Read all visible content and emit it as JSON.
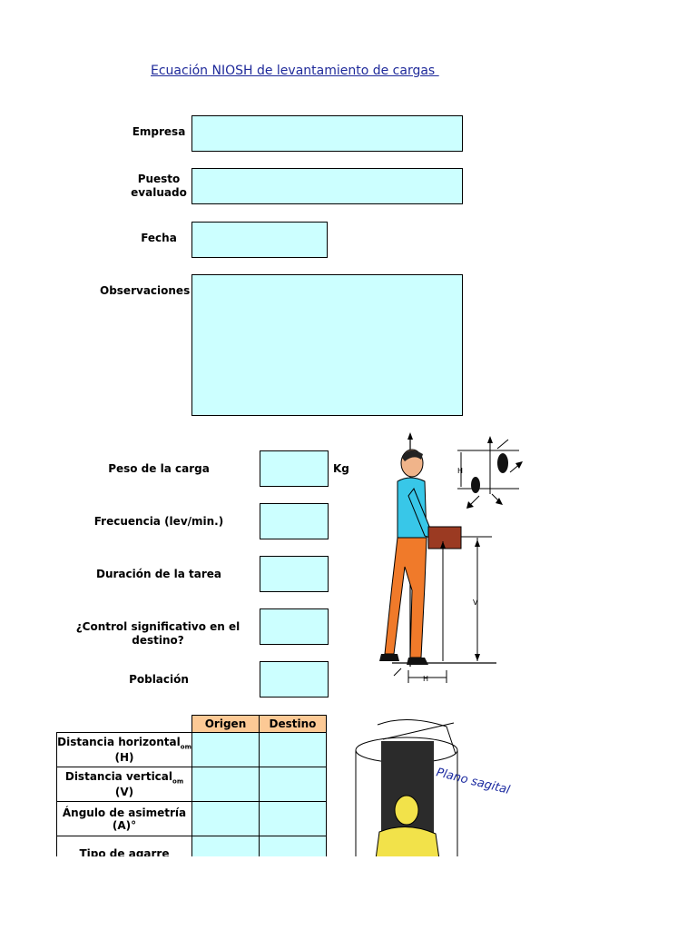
{
  "title": "Ecuación NIOSH de levantamiento de cargas ",
  "form": {
    "empresa": "Empresa",
    "puesto_line1": "Puesto",
    "puesto_line2": "evaluado",
    "fecha": "Fecha",
    "observaciones": "Observaciones"
  },
  "task": {
    "peso": "Peso de la carga",
    "peso_unit": "Kg",
    "frecuencia": "Frecuencia (lev/min.)",
    "duracion": "Duración de la tarea",
    "control": "¿Control significativo en el destino?",
    "poblacion": "Población"
  },
  "table": {
    "headers": [
      "Origen",
      "Destino"
    ],
    "rows": [
      {
        "label": "Distancia horizontal",
        "sub": "om",
        "suffix": " (H)"
      },
      {
        "label": "Distancia vertical",
        "sub": "om",
        "suffix": " (V)"
      },
      {
        "label": "Ángulo de asimetría (A)°",
        "sub": "",
        "suffix": ""
      },
      {
        "label": "Tipo de agarre",
        "sub": "",
        "suffix": ""
      }
    ]
  },
  "figures": {
    "fig1_labels": [
      "H",
      "V",
      "H"
    ],
    "fig2_caption": "Plano sagital"
  }
}
